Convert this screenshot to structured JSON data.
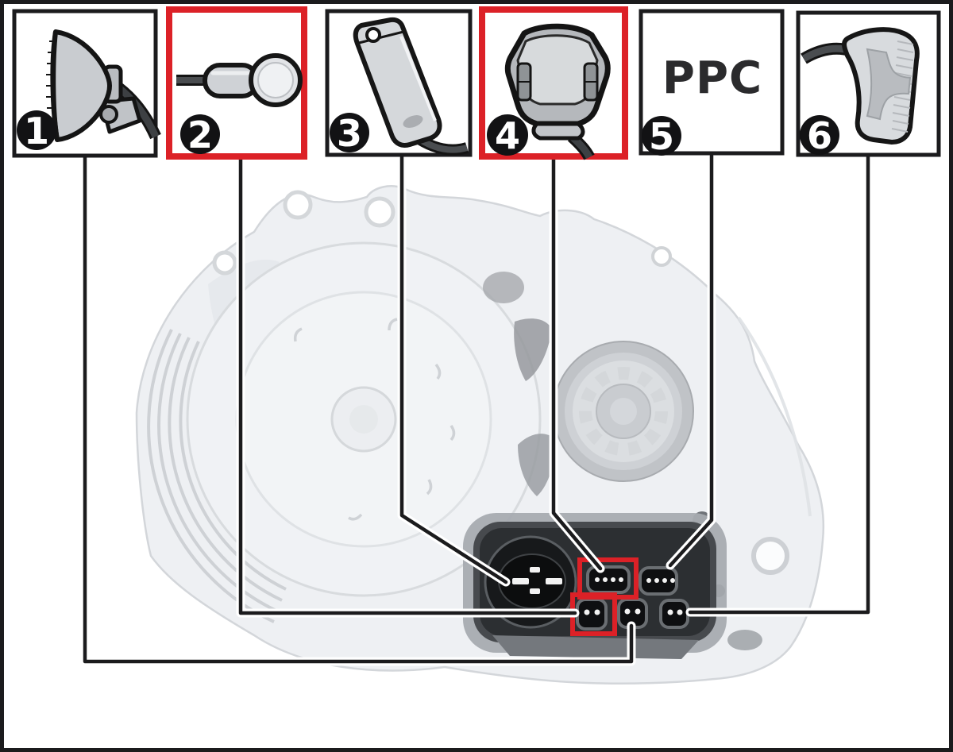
{
  "palette": {
    "background": "#ffffff",
    "line_black": "#1b1b1d",
    "highlight_red": "#dc2127",
    "badge_black": "#121214",
    "housing_gray": "#eef0f3",
    "connector_black": "#0e0f11",
    "pin_dot_white": "#f2f2f2"
  },
  "legend": {
    "items": [
      {
        "number": "1",
        "icon": "headlight-icon",
        "highlighted": false
      },
      {
        "number": "2",
        "icon": "round-plug-connector-icon",
        "highlighted": true
      },
      {
        "number": "3",
        "icon": "battery-pack-icon",
        "highlighted": false
      },
      {
        "number": "4",
        "icon": "display-unit-icon",
        "highlighted": true
      },
      {
        "number": "5",
        "icon": "ppc-text-label",
        "label": "PPC",
        "highlighted": false
      },
      {
        "number": "6",
        "icon": "taillight-icon",
        "highlighted": false
      }
    ]
  },
  "drive_unit": {
    "connector_panel": {
      "connectors": [
        {
          "name": "battery-terminal-connector",
          "markings": [
            "+",
            "-"
          ],
          "highlighted": false
        },
        {
          "name": "four-pin-connector-left",
          "pins": 4,
          "highlighted": true
        },
        {
          "name": "four-pin-connector-right",
          "pins": 4,
          "highlighted": false
        },
        {
          "name": "two-pin-connector-left",
          "pins": 2,
          "highlighted": true
        },
        {
          "name": "two-pin-connector-middle",
          "pins": 2,
          "highlighted": false
        },
        {
          "name": "two-pin-connector-right",
          "pins": 2,
          "highlighted": false
        }
      ]
    }
  }
}
